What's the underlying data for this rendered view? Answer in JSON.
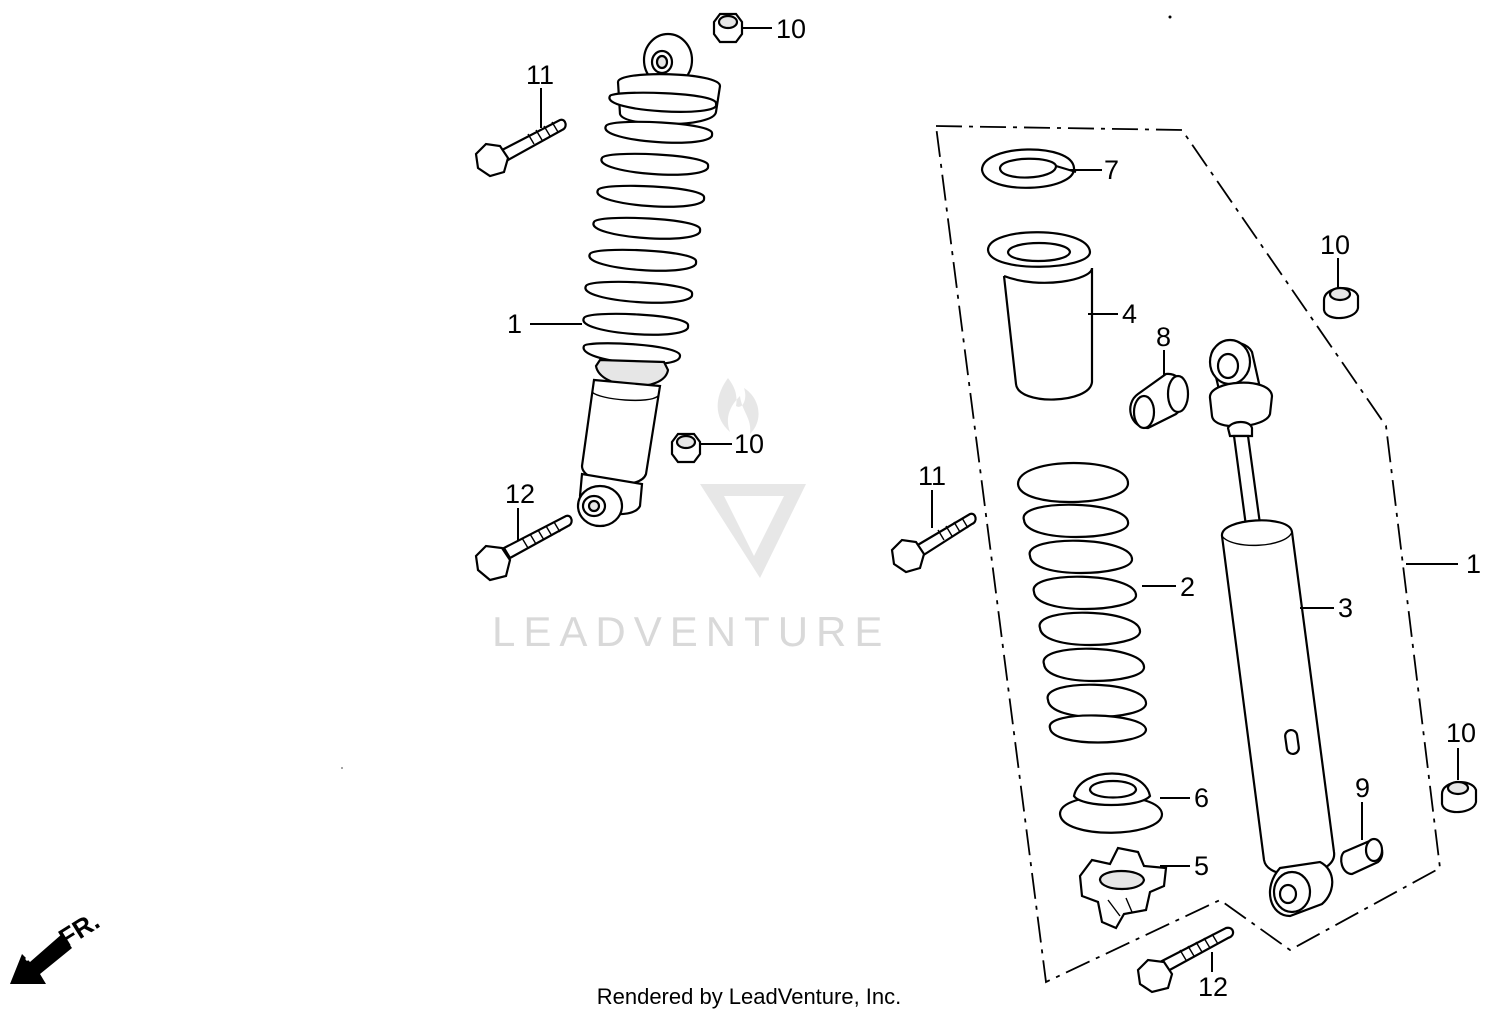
{
  "callouts": {
    "left_1": "1",
    "left_10_top": "10",
    "left_10_mid": "10",
    "left_11": "11",
    "left_12": "12",
    "right_1": "1",
    "right_2": "2",
    "right_3": "3",
    "right_4": "4",
    "right_5": "5",
    "right_6": "6",
    "right_7": "7",
    "right_8": "8",
    "right_9": "9",
    "right_10_top": "10",
    "right_10_bottom": "10",
    "right_11": "11",
    "right_12": "12"
  },
  "direction_marker": "FR.",
  "watermark": "LEADVENTURE",
  "footer": "Rendered by LeadVenture, Inc."
}
